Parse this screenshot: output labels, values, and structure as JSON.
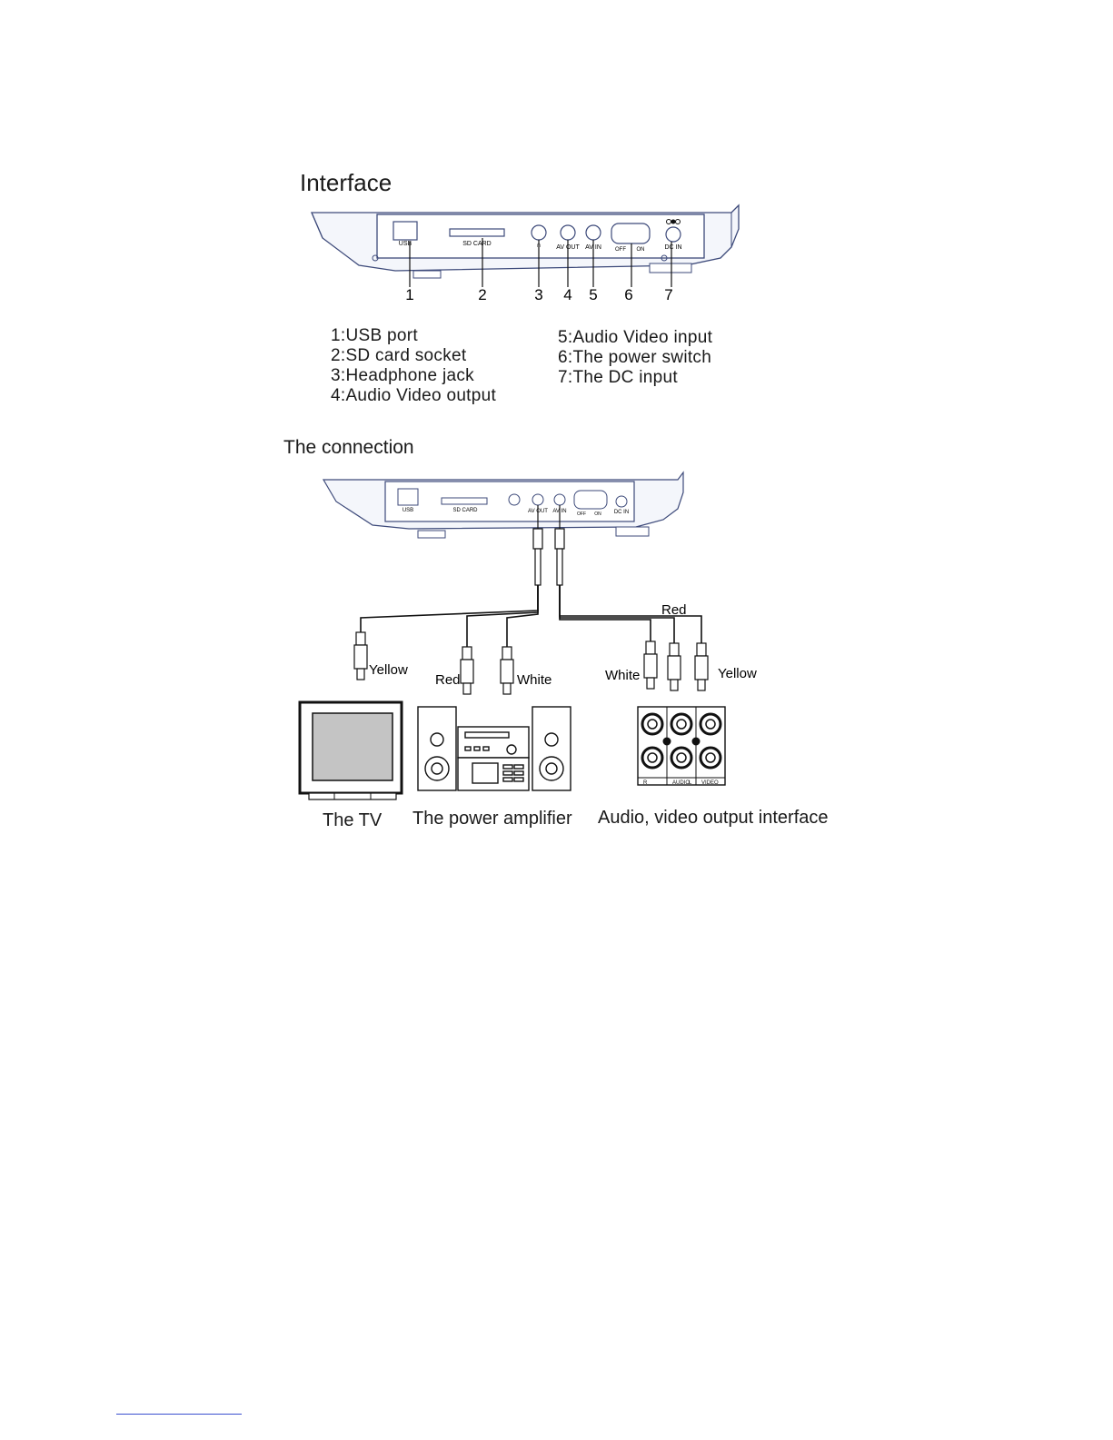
{
  "interface": {
    "title": "Interface",
    "ports": [
      "USB",
      "SD CARD",
      "AV OUT",
      "AV IN",
      "OFF",
      "ON",
      "DC IN"
    ],
    "numbers": [
      "1",
      "2",
      "3",
      "4",
      "5",
      "6",
      "7"
    ],
    "legend_left": [
      "1:USB port",
      "2:SD card socket",
      "3:Headphone jack",
      "4:Audio Video output"
    ],
    "legend_right": [
      "5:Audio Video input",
      "6:The power switch",
      "7:The DC input"
    ]
  },
  "connection": {
    "title": "The connection",
    "ports": [
      "USB",
      "SD CARD",
      "AV OUT",
      "AV IN",
      "OFF",
      "ON",
      "DC IN"
    ],
    "plug_labels": {
      "yellow_left": "Yellow",
      "red_left": "Red",
      "white_left": "White",
      "red_right": "Red",
      "white_right": "White",
      "yellow_right": "Yellow"
    },
    "panel_labels": [
      "R",
      "AUDIO",
      "L",
      "VIDEO"
    ],
    "captions": {
      "tv": "The TV",
      "amplifier": "The power amplifier",
      "interface": "Audio, video output interface"
    }
  }
}
